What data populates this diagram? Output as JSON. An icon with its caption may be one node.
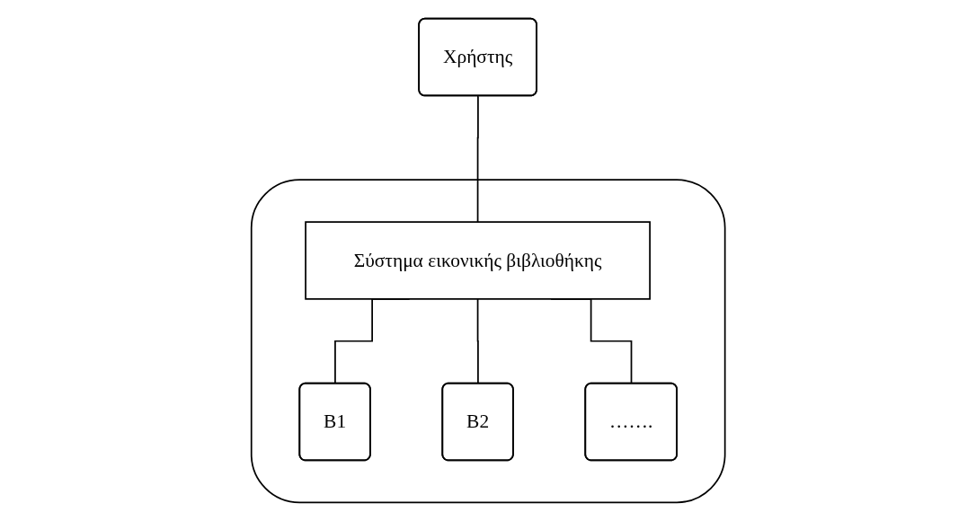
{
  "diagram": {
    "nodes": [
      {
        "text": [
          "Χρήστης"
        ]
      },
      {
        "text": [],
        "shape": "box"
      },
      {
        "text": [
          "Σύστημα εικονικής βιβλιοθήκης"
        ],
        "in": 1
      },
      {
        "text": [
          "B1"
        ],
        "in": 1
      },
      {
        "text": [
          "B2"
        ],
        "in": 1
      },
      {
        "text": [
          "……."
        ],
        "in": 1
      }
    ],
    "edges": [
      {
        "from": 0,
        "to": 2,
        "arrow": "none"
      },
      {
        "from": 2,
        "to": 3,
        "arrow": "none"
      },
      {
        "from": 2,
        "to": 4,
        "arrow": "none"
      },
      {
        "from": 2,
        "to": 5,
        "arrow": "none"
      }
    ]
  }
}
